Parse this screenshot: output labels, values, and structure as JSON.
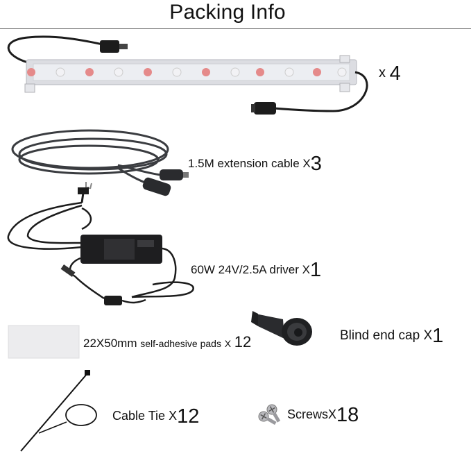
{
  "title": "Packing Info",
  "items": [
    {
      "id": "light-bar",
      "qty_prefix": "x",
      "qty": "4"
    },
    {
      "id": "extension-cable",
      "label": "1.5M extension cable",
      "qty_prefix": "X",
      "qty": "3"
    },
    {
      "id": "driver",
      "label": "60W 24V/2.5A driver",
      "qty_prefix": "X",
      "qty": "1"
    },
    {
      "id": "pads",
      "label_main": "22X50mm",
      "label_small": "self-adhesive pads",
      "qty_prefix": "X",
      "qty": "12"
    },
    {
      "id": "end-cap",
      "label": "Blind end cap",
      "qty_prefix": "X",
      "qty": "1"
    },
    {
      "id": "cable-tie",
      "label": "Cable Tie",
      "qty_prefix": "X",
      "qty": "12"
    },
    {
      "id": "screws",
      "label": "Screws",
      "qty_prefix": "X",
      "qty": "18"
    }
  ],
  "colors": {
    "cable": "#1c1c1c",
    "led_red": "#e58a8a",
    "led_white": "#f2f2f5",
    "housing": "#dcdde2"
  }
}
